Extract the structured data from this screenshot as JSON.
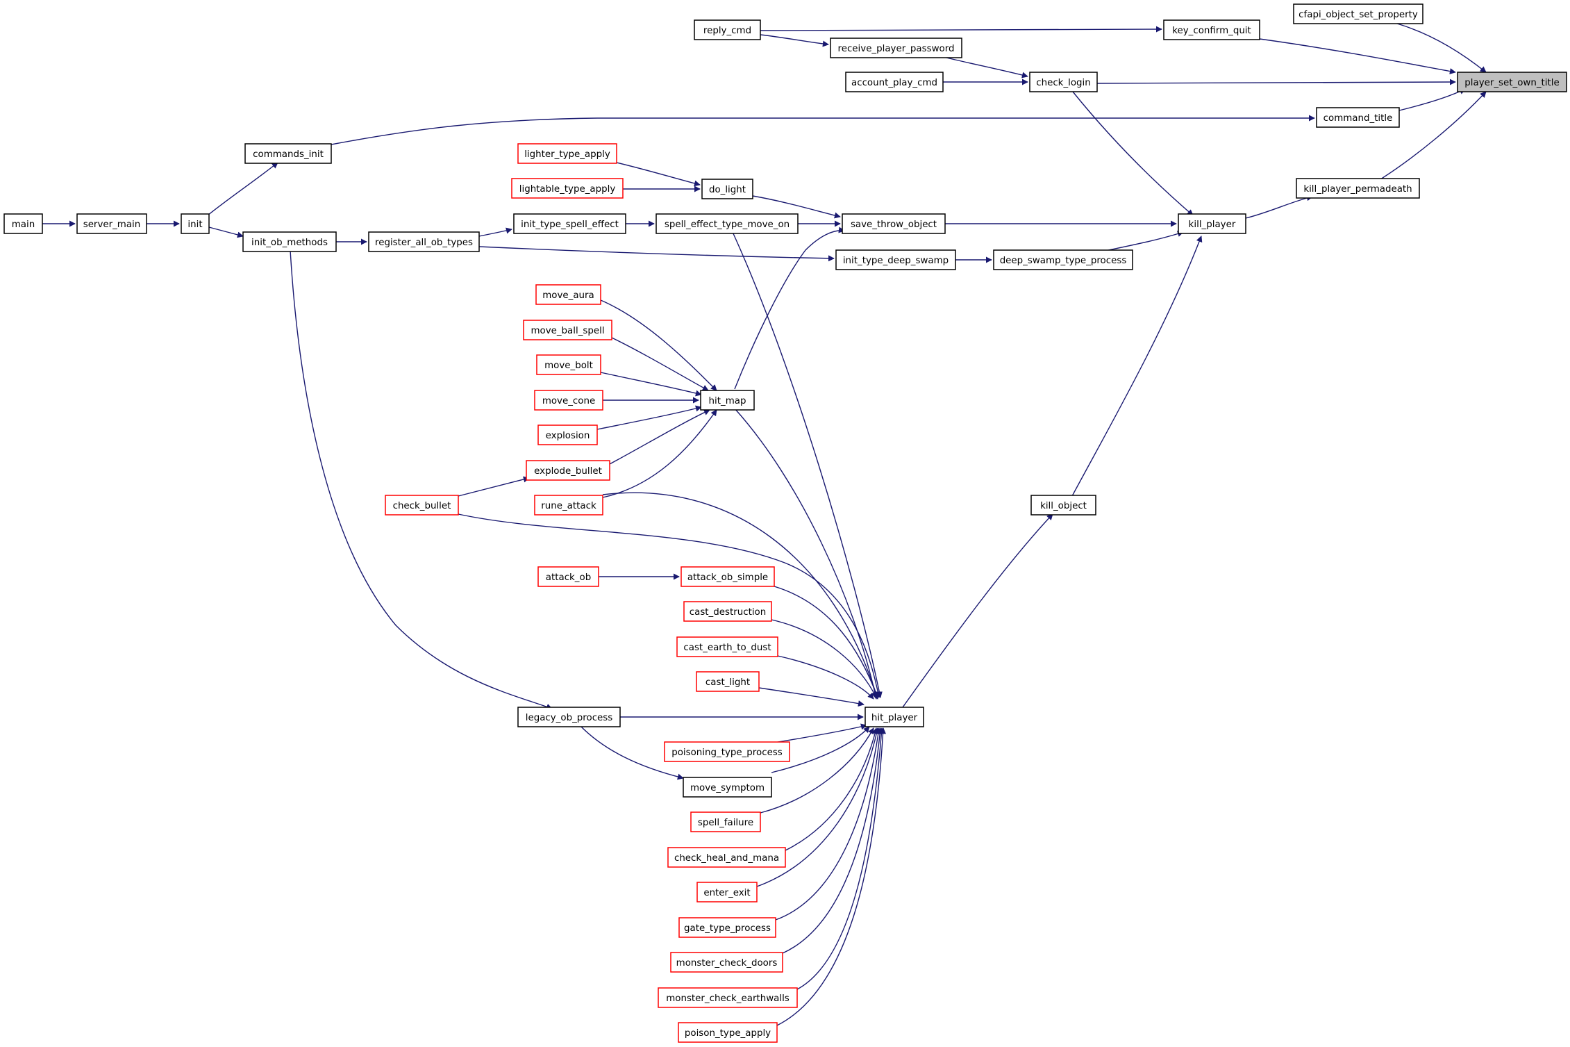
{
  "diagram": {
    "type": "call-graph",
    "edge_color": "#191970",
    "node_border_colors": {
      "documented": "#000000",
      "truncated": "#ff0000"
    },
    "root_fill": "#bfbfbf",
    "nodes": [
      {
        "id": "player_set_own_title",
        "label": "player_set_own_title",
        "style": "root"
      },
      {
        "id": "cfapi_object_set_property",
        "label": "cfapi_object_set_property",
        "style": "black"
      },
      {
        "id": "key_confirm_quit",
        "label": "key_confirm_quit",
        "style": "black"
      },
      {
        "id": "check_login",
        "label": "check_login",
        "style": "black"
      },
      {
        "id": "command_title",
        "label": "command_title",
        "style": "black"
      },
      {
        "id": "kill_player_permadeath",
        "label": "kill_player_permadeath",
        "style": "black"
      },
      {
        "id": "reply_cmd",
        "label": "reply_cmd",
        "style": "black"
      },
      {
        "id": "receive_player_password",
        "label": "receive_player_password",
        "style": "black"
      },
      {
        "id": "account_play_cmd",
        "label": "account_play_cmd",
        "style": "black"
      },
      {
        "id": "kill_player",
        "label": "kill_player",
        "style": "black"
      },
      {
        "id": "commands_init",
        "label": "commands_init",
        "style": "black"
      },
      {
        "id": "init",
        "label": "init",
        "style": "black"
      },
      {
        "id": "server_main",
        "label": "server_main",
        "style": "black"
      },
      {
        "id": "main",
        "label": "main",
        "style": "black"
      },
      {
        "id": "save_throw_object",
        "label": "save_throw_object",
        "style": "black"
      },
      {
        "id": "deep_swamp_type_process",
        "label": "deep_swamp_type_process",
        "style": "black"
      },
      {
        "id": "do_light",
        "label": "do_light",
        "style": "black"
      },
      {
        "id": "lighter_type_apply",
        "label": "lighter_type_apply",
        "style": "red"
      },
      {
        "id": "lightable_type_apply",
        "label": "lightable_type_apply",
        "style": "red"
      },
      {
        "id": "spell_effect_type_move_on",
        "label": "spell_effect_type_move_on",
        "style": "black"
      },
      {
        "id": "init_type_spell_effect",
        "label": "init_type_spell_effect",
        "style": "black"
      },
      {
        "id": "register_all_ob_types",
        "label": "register_all_ob_types",
        "style": "black"
      },
      {
        "id": "init_ob_methods",
        "label": "init_ob_methods",
        "style": "black"
      },
      {
        "id": "init_type_deep_swamp",
        "label": "init_type_deep_swamp",
        "style": "black"
      },
      {
        "id": "hit_map",
        "label": "hit_map",
        "style": "black"
      },
      {
        "id": "move_aura",
        "label": "move_aura",
        "style": "red"
      },
      {
        "id": "move_ball_spell",
        "label": "move_ball_spell",
        "style": "red"
      },
      {
        "id": "move_bolt",
        "label": "move_bolt",
        "style": "red"
      },
      {
        "id": "move_cone",
        "label": "move_cone",
        "style": "red"
      },
      {
        "id": "explosion",
        "label": "explosion",
        "style": "red"
      },
      {
        "id": "explode_bullet",
        "label": "explode_bullet",
        "style": "red"
      },
      {
        "id": "rune_attack",
        "label": "rune_attack",
        "style": "red"
      },
      {
        "id": "check_bullet",
        "label": "check_bullet",
        "style": "red"
      },
      {
        "id": "kill_object",
        "label": "kill_object",
        "style": "black"
      },
      {
        "id": "hit_player",
        "label": "hit_player",
        "style": "black"
      },
      {
        "id": "attack_ob",
        "label": "attack_ob",
        "style": "red"
      },
      {
        "id": "attack_ob_simple",
        "label": "attack_ob_simple",
        "style": "red"
      },
      {
        "id": "cast_destruction",
        "label": "cast_destruction",
        "style": "red"
      },
      {
        "id": "cast_earth_to_dust",
        "label": "cast_earth_to_dust",
        "style": "red"
      },
      {
        "id": "cast_light",
        "label": "cast_light",
        "style": "red"
      },
      {
        "id": "legacy_ob_process",
        "label": "legacy_ob_process",
        "style": "black"
      },
      {
        "id": "poisoning_type_process",
        "label": "poisoning_type_process",
        "style": "red"
      },
      {
        "id": "move_symptom",
        "label": "move_symptom",
        "style": "black"
      },
      {
        "id": "spell_failure",
        "label": "spell_failure",
        "style": "red"
      },
      {
        "id": "check_heal_and_mana",
        "label": "check_heal_and_mana",
        "style": "red"
      },
      {
        "id": "enter_exit",
        "label": "enter_exit",
        "style": "red"
      },
      {
        "id": "gate_type_process",
        "label": "gate_type_process",
        "style": "red"
      },
      {
        "id": "monster_check_doors",
        "label": "monster_check_doors",
        "style": "red"
      },
      {
        "id": "monster_check_earthwalls",
        "label": "monster_check_earthwalls",
        "style": "red"
      },
      {
        "id": "poison_type_apply",
        "label": "poison_type_apply",
        "style": "red"
      }
    ]
  }
}
